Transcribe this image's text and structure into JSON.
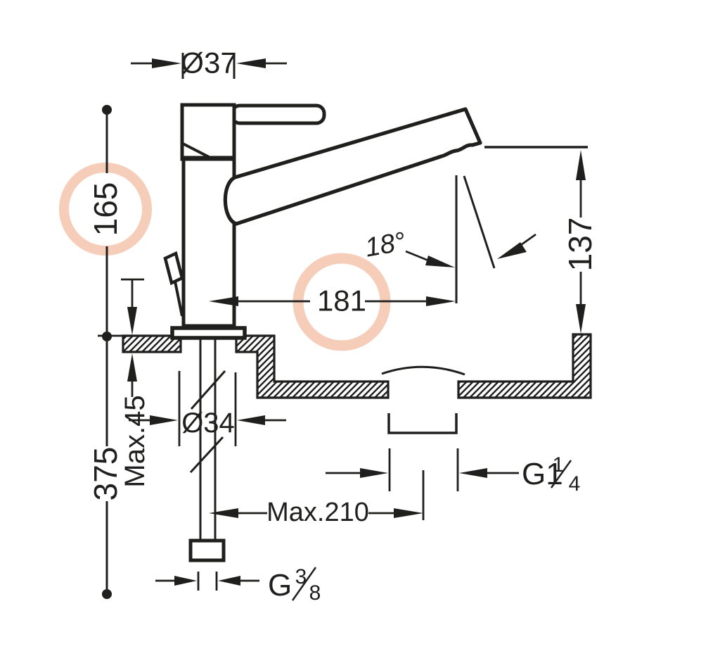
{
  "colors": {
    "line": "#1f1f1e",
    "highlight": "#f5cdb9",
    "background": "#ffffff"
  },
  "dims": {
    "top_diameter": "Ø37",
    "height_to_spout": "165",
    "spout_reach": "181",
    "spout_angle": "18°",
    "outlet_height": "137",
    "max_counter_thickness": "Max.45",
    "total_depth": "375",
    "hole_diameter": "Ø34",
    "max_drain_offset": "Max.210",
    "drain_thread_prefix": "G1",
    "drain_thread_numerator": "1",
    "drain_thread_denominator": "4",
    "supply_thread_prefix": "G",
    "supply_thread_numerator": "3",
    "supply_thread_denominator": "8"
  }
}
